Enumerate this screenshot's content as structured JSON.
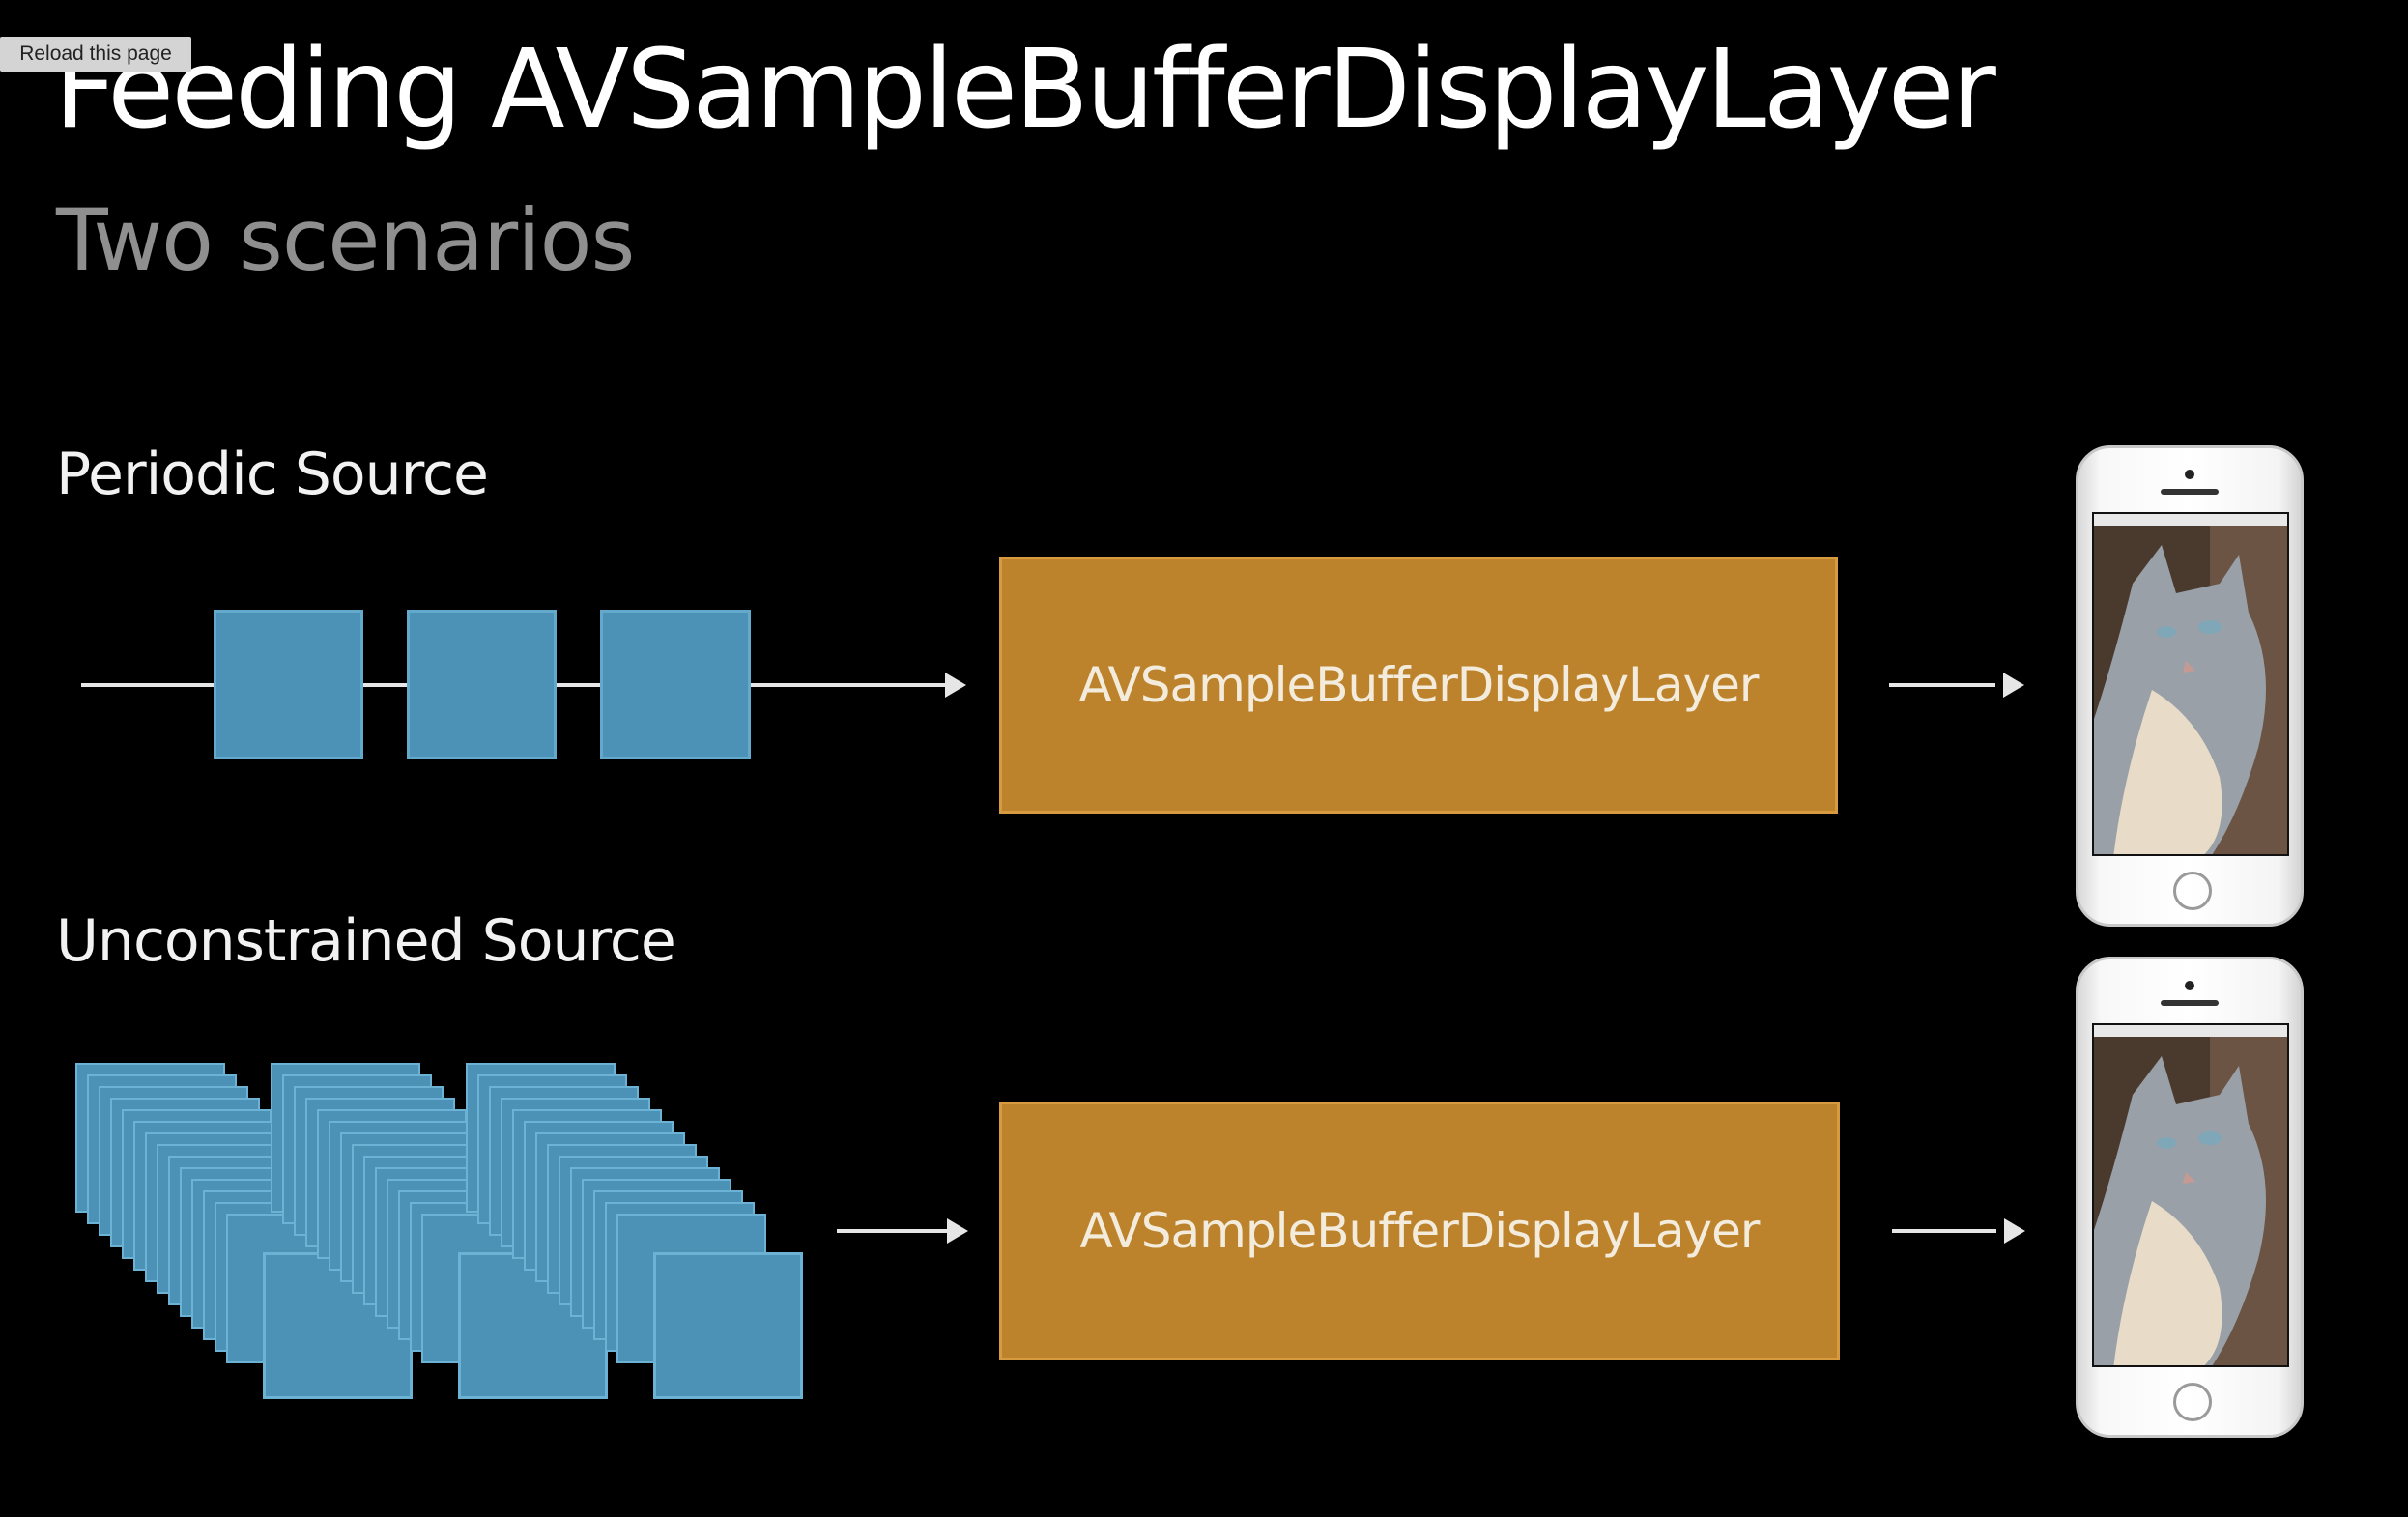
{
  "tooltip": {
    "reload_label": "Reload this page"
  },
  "slide": {
    "title": "Feeding AVSampleBufferDisplayLayer",
    "subtitle": "Two scenarios"
  },
  "scenarios": [
    {
      "label": "Periodic Source",
      "layer_label": "AVSampleBufferDisplayLayer"
    },
    {
      "label": "Unconstrained Source",
      "layer_label": "AVSampleBufferDisplayLayer"
    }
  ],
  "colors": {
    "background": "#000000",
    "sample_blue": "#4b92b6",
    "layer_orange": "#bd832c",
    "subtitle_gray": "#8f8f8f"
  },
  "icons": [
    "arrow-right-icon",
    "iphone-icon",
    "cat-photo"
  ]
}
